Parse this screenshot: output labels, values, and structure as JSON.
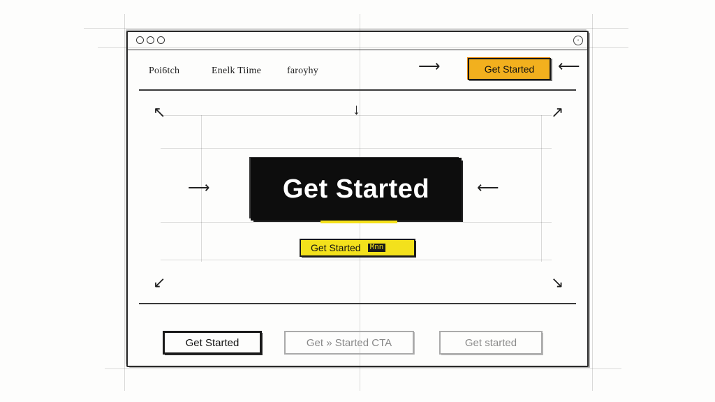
{
  "window": {
    "control_icon": "circle-button"
  },
  "nav": {
    "links": [
      "Poi6tch",
      "Enelk Tiime",
      "faroyhy"
    ],
    "cta_label": "Get Started",
    "cta_color": "#f2b01e"
  },
  "hero": {
    "primary_label": "Get Started",
    "primary_color": "#0d0d0d",
    "secondary_label": "Get Started",
    "secondary_scribble": "Mnn",
    "secondary_color": "#f3e11c"
  },
  "variants": [
    {
      "label": "Get Started"
    },
    {
      "label": "Get » Started CTA"
    },
    {
      "label": "Get started"
    }
  ],
  "icons": [
    "arrow-right-icon",
    "arrow-left-icon",
    "arrow-down-icon",
    "arrow-up-left-icon",
    "arrow-up-right-icon",
    "arrow-down-left-icon",
    "arrow-down-right-icon"
  ]
}
